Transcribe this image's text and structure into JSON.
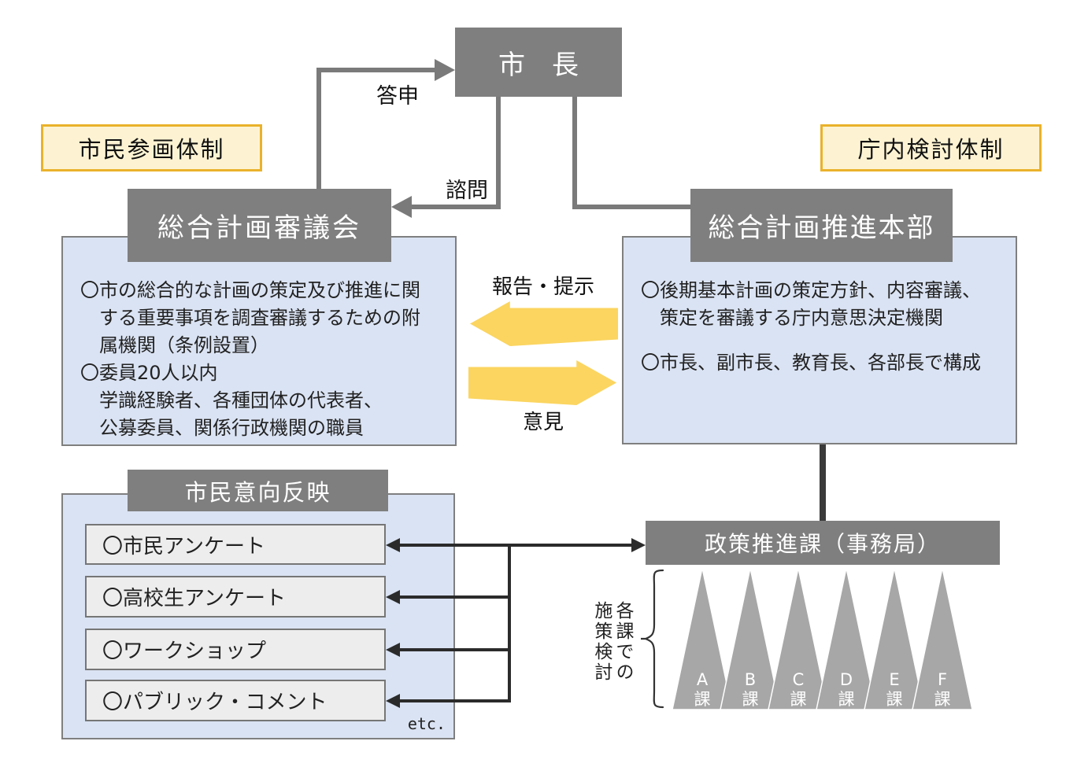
{
  "colors": {
    "box_gray": "#7f7f7f",
    "panel_blue": "#dae3f3",
    "panel_border": "#7f7f7f",
    "tag_fill": "#fdf3d3",
    "tag_border": "#eab22b",
    "arrow_yellow": "#fbd560",
    "item_fill": "#ededed",
    "item_border": "#767676",
    "triangle_gray": "#a7a7a7",
    "connector_gray": "#7a7a7a",
    "connector_black": "#2b2b2b"
  },
  "diagram": {
    "mayor_label": "市　長",
    "arrows": {
      "toshin": "答申",
      "shimon": "諮問",
      "report": "報告・提示",
      "opinion": "意見"
    },
    "citizen_tag": "市民参画体制",
    "internal_tag": "庁内検討体制",
    "council": {
      "title": "総合計画審議会",
      "body1": "〇市の総合的な計画の策定及び推進に関\n　する重要事項を調査審議するための附\n　属機関（条例設置）",
      "body2": "〇委員20人以内\n　学識経験者、各種団体の代表者、\n　公募委員、関係行政機関の職員"
    },
    "headquarters": {
      "title": "総合計画推進本部",
      "body1": "〇後期基本計画の策定方針、内容審議、\n　策定を審議する庁内意思決定機関",
      "body2": "〇市長、副市長、教育長、各部長で構成"
    },
    "reflection": {
      "title": "市民意向反映",
      "items": [
        "〇市民アンケート",
        "〇高校生アンケート",
        "〇ワークショップ",
        "〇パブリック・コメント"
      ],
      "etc": "etc."
    },
    "policy": {
      "title": "政策推進課（事務局）",
      "dept_note": "各課での\n施策検討",
      "departments": [
        {
          "name": "A課",
          "top": "A",
          "bottom": "課"
        },
        {
          "name": "B課",
          "top": "B",
          "bottom": "課"
        },
        {
          "name": "C課",
          "top": "C",
          "bottom": "課"
        },
        {
          "name": "D課",
          "top": "D",
          "bottom": "課"
        },
        {
          "name": "E課",
          "top": "E",
          "bottom": "課"
        },
        {
          "name": "F課",
          "top": "F",
          "bottom": "課"
        }
      ]
    }
  }
}
